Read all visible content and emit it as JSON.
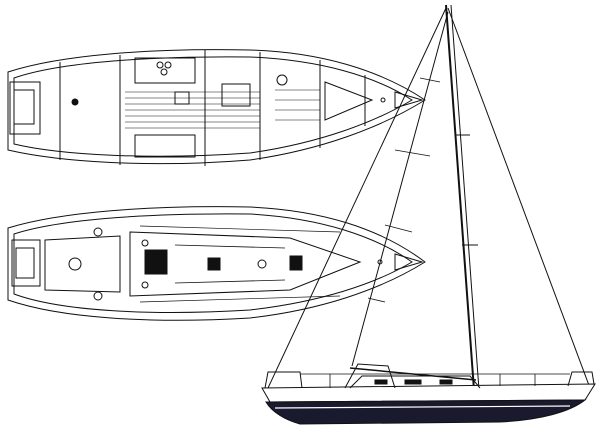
{
  "drawing": {
    "views": [
      "interior-plan",
      "deck-plan",
      "sail-plan-profile"
    ],
    "colors": {
      "line": "#111111",
      "background": "#ffffff",
      "hull_fill": "#1a1a2e",
      "boot_stripe": "#ffffff"
    }
  }
}
